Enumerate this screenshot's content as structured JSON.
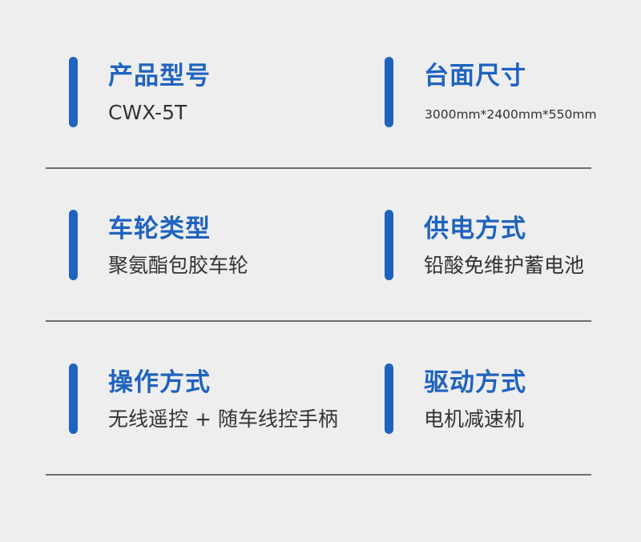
{
  "theme": {
    "background": "#eeeeee",
    "accent": "#1f63be",
    "text": "#333333",
    "divider": "#6e6e6e"
  },
  "specs": [
    {
      "label": "产品型号",
      "value": "CWX-5T"
    },
    {
      "label": "台面尺寸",
      "value": "3000mm*2400mm*550mm"
    },
    {
      "label": "车轮类型",
      "value": "聚氨酯包胶车轮"
    },
    {
      "label": "供电方式",
      "value": "铅酸免维护蓄电池"
    },
    {
      "label": "操作方式",
      "value": "无线遥控 + 随车线控手柄"
    },
    {
      "label": "驱动方式",
      "value": "电机减速机"
    }
  ]
}
